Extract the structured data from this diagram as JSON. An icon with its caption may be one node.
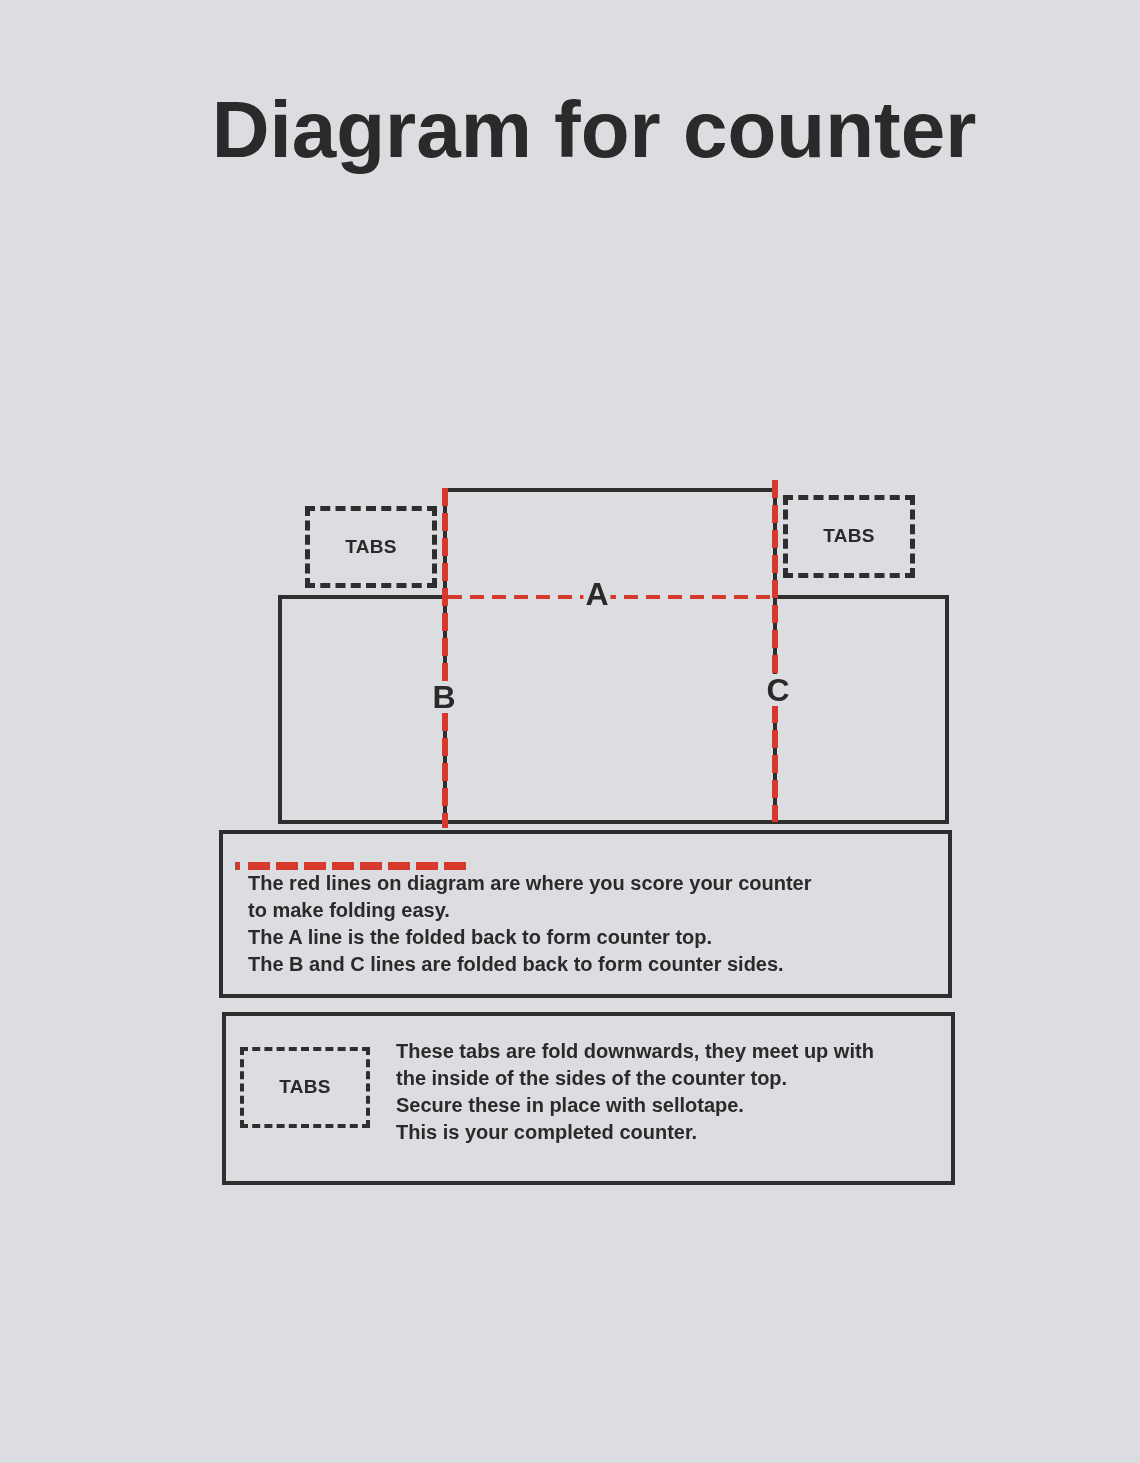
{
  "diagram": {
    "title": "Diagram for counter",
    "nodes": [
      {
        "text": [
          "TABS"
        ]
      },
      {
        "text": [
          "TABS"
        ]
      },
      {
        "text": [
          "The red lines on diagram are where you score your counter to make folding easy.",
          "The A line is the folded back to form counter top.",
          "The B and C lines are folded back to form counter sides."
        ]
      },
      {
        "text": [
          "These tabs are fold downwards, they meet up with the inside of the sides of the counter top.",
          "Secure these in place with sellotape.",
          "This is your completed counter."
        ]
      },
      {
        "text": [
          "TABS"
        ],
        "in": 3
      }
    ],
    "labels": [
      "A",
      "B",
      "C"
    ]
  }
}
